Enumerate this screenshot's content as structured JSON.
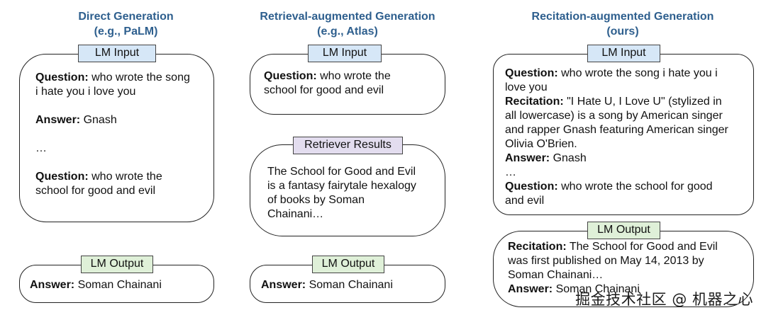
{
  "columns": [
    {
      "title_line1": "Direct Generation",
      "title_line2": "(e.g., PaLM)",
      "input_tag": "LM Input",
      "output_tag": "LM Output",
      "input": {
        "q1_label": "Question:",
        "q1_text": " who wrote the song",
        "q1_cont": "i hate you i love you",
        "a1_label": "Answer:",
        "a1_text": " Gnash",
        "ellipsis": "…",
        "q2_label": "Question:",
        "q2_text": " who wrote the",
        "q2_cont": "school for good and evil"
      },
      "output": {
        "label": "Answer:",
        "text": " Soman Chainani"
      }
    },
    {
      "title_line1": "Retrieval-augmented Generation",
      "title_line2": "(e.g., Atlas)",
      "input_tag": "LM Input",
      "retriever_tag": "Retriever Results",
      "output_tag": "LM Output",
      "input": {
        "q_label": "Question:",
        "q_text": " who wrote the",
        "q_cont": "school for good and evil"
      },
      "retriever_lines": [
        "The School for Good and Evil",
        "is a fantasy fairytale hexalogy",
        "of books by Soman",
        "Chainani…"
      ],
      "output": {
        "label": "Answer:",
        "text": " Soman Chainani"
      }
    },
    {
      "title_line1": "Recitation-augmented Generation",
      "title_line2": "(ours)",
      "input_tag": "LM Input",
      "output_tag": "LM Output",
      "input": {
        "q1_label": "Question:",
        "q1_text": " who wrote the song i hate you i",
        "q1_cont": "love you",
        "r_label": "Recitation:",
        "r_text": " \"I Hate U, I Love U\" (stylized in",
        "r_cont": [
          "all lowercase) is a song by American singer",
          "and rapper Gnash featuring American singer",
          "Olivia O'Brien."
        ],
        "a_label": "Answer:",
        "a_text": " Gnash",
        "ellipsis": "…",
        "q2_label": "Question:",
        "q2_text": " who wrote the school for good",
        "q2_cont": "and evil"
      },
      "output": {
        "r_label": "Recitation:",
        "r_text": " The School for Good and Evil",
        "r_cont": [
          "was first published on May 14, 2013 by",
          "Soman Chainani…"
        ],
        "a_label": "Answer:",
        "a_text": " Soman Chainani"
      }
    }
  ],
  "watermark": "掘金技术社区 @ 机器之心"
}
